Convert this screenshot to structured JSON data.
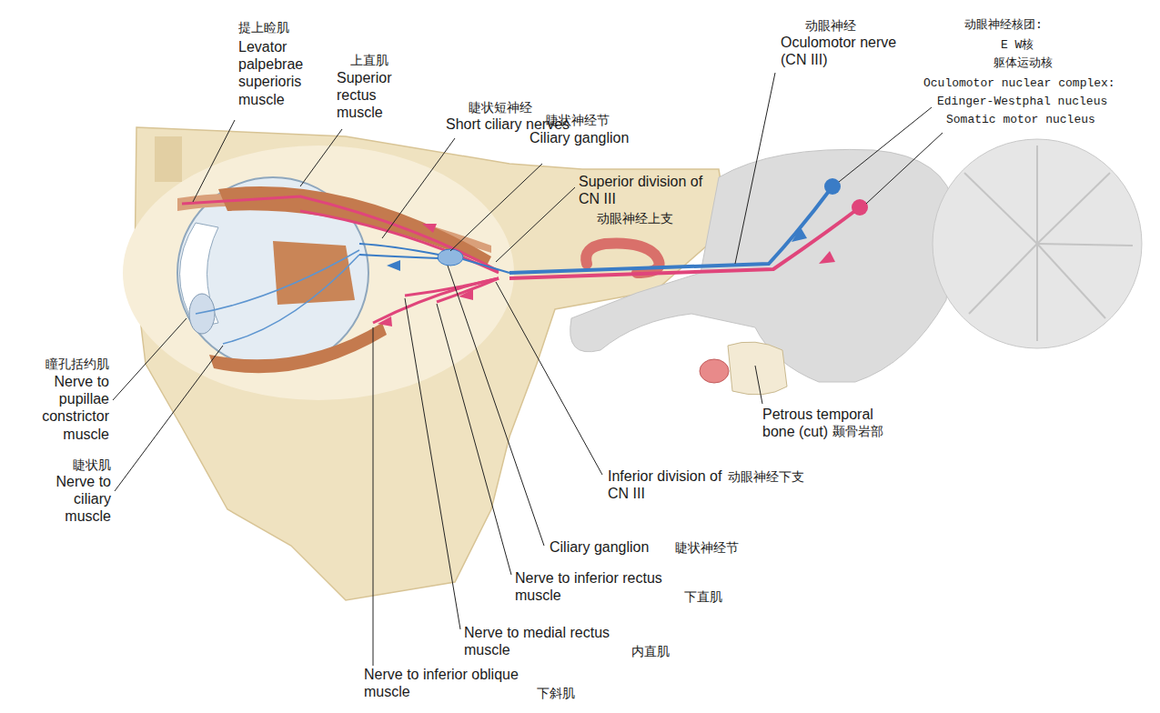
{
  "diagram": {
    "labels": [
      "提上睑肌",
      "Levator palpebrae superioris muscle",
      "上直肌",
      "Superior rectus muscle",
      "睫状短神经",
      "Short ciliary nerves",
      "睫状神经节",
      "Ciliary ganglion",
      "Superior division of CN III",
      "动眼神经上支",
      "动眼神经",
      "Oculomotor nerve (CN III)",
      "动眼神经核团:",
      "E W核",
      "躯体运动核",
      "Oculomotor nuclear complex:",
      "Edinger-Westphal nucleus",
      "Somatic motor nucleus",
      "瞳孔括约肌",
      "Nerve to pupillae constrictor muscle",
      "睫状肌",
      "Nerve to ciliary muscle",
      "Petrous temporal bone (cut)",
      "颞骨岩部",
      "Inferior division of CN III",
      "动眼神经下支",
      "Ciliary ganglion",
      "睫状神经节",
      "Nerve to inferior rectus muscle",
      "下直肌",
      "Nerve to medial rectus muscle",
      "内直肌",
      "Nerve to inferior oblique muscle",
      "下斜肌"
    ]
  }
}
